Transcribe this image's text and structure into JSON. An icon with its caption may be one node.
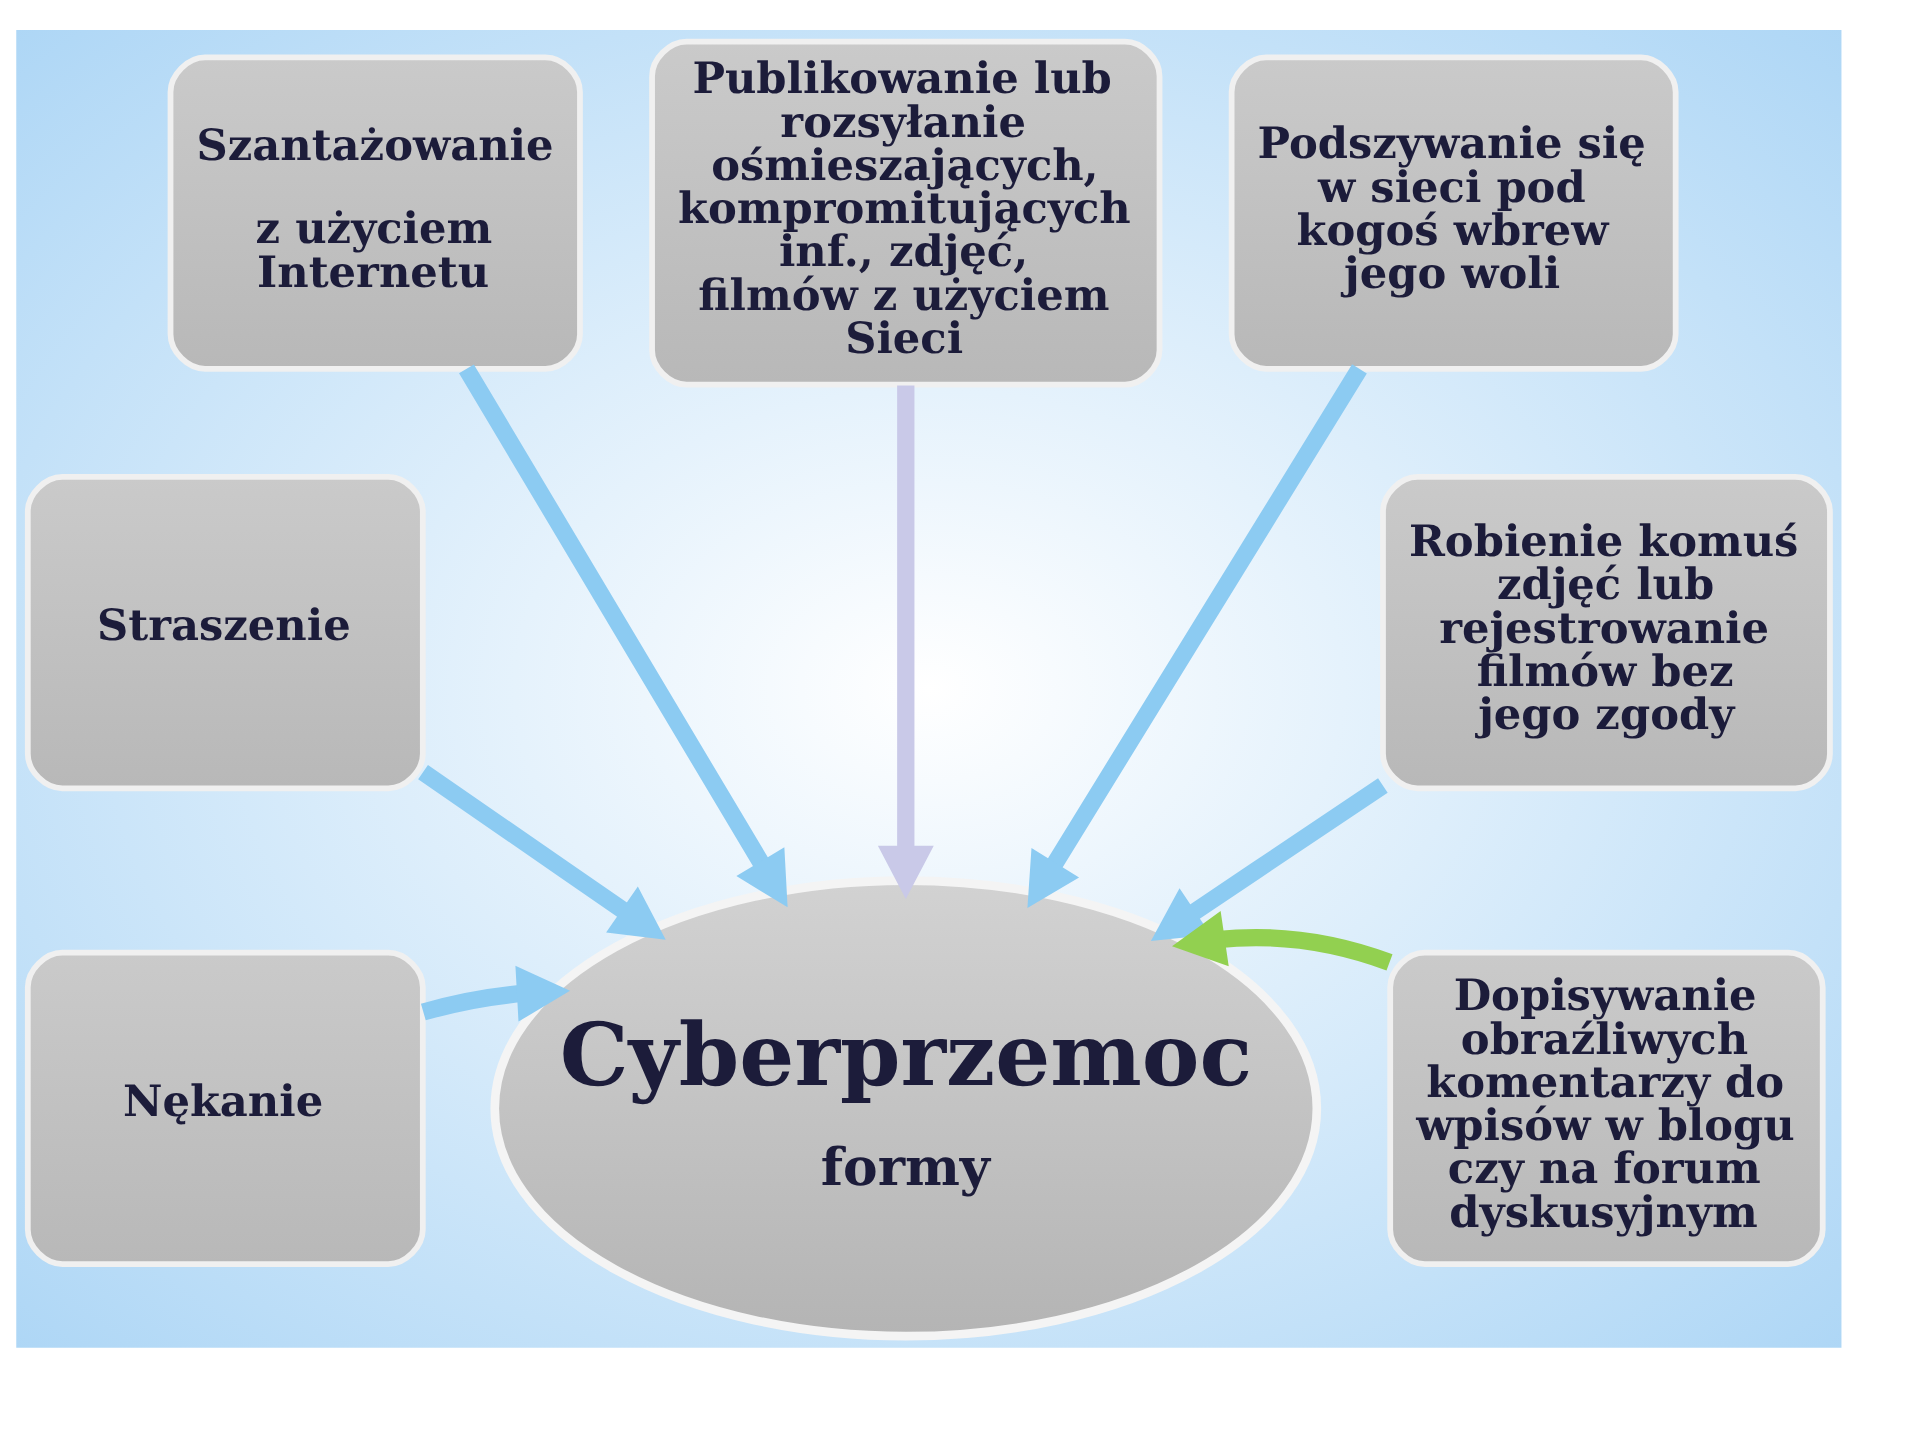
{
  "diagram": {
    "nodes": [
      {
        "text": [
          "Publikowanie lub rozsyłanie ośmieszających, kompromitujących inf., zdjęć, filmów z użyciem Sieci"
        ]
      },
      {
        "text": [
          "Szantażowanie",
          "z użyciem Internetu"
        ]
      },
      {
        "text": [
          "Podszywanie się w sieci pod kogoś wbrew jego woli"
        ]
      },
      {
        "text": [
          "Straszenie"
        ]
      },
      {
        "text": [
          "Robienie komuś zdjęć lub rejestrowanie filmów bez jego zgody"
        ]
      },
      {
        "text": [
          "Nękanie"
        ]
      },
      {
        "text": [
          "Cyberprzemoc",
          "formy"
        ]
      },
      {
        "text": [
          "Dopisywanie obraźliwych komentarzy do wpisów w blogu czy na forum dyskusyjnym"
        ]
      }
    ],
    "edges": [
      {
        "from": 0,
        "to": 6,
        "arrow": "to",
        "color": "#c9c9e8"
      },
      {
        "from": 1,
        "to": 6,
        "arrow": "to"
      },
      {
        "from": 2,
        "to": 6,
        "arrow": "to"
      },
      {
        "from": 3,
        "to": 6,
        "arrow": "to"
      },
      {
        "from": 4,
        "to": 6,
        "arrow": "to"
      },
      {
        "from": 5,
        "to": 6,
        "arrow": "to"
      },
      {
        "from": 7,
        "to": 6,
        "arrow": "to",
        "color": "#92d050"
      }
    ]
  }
}
